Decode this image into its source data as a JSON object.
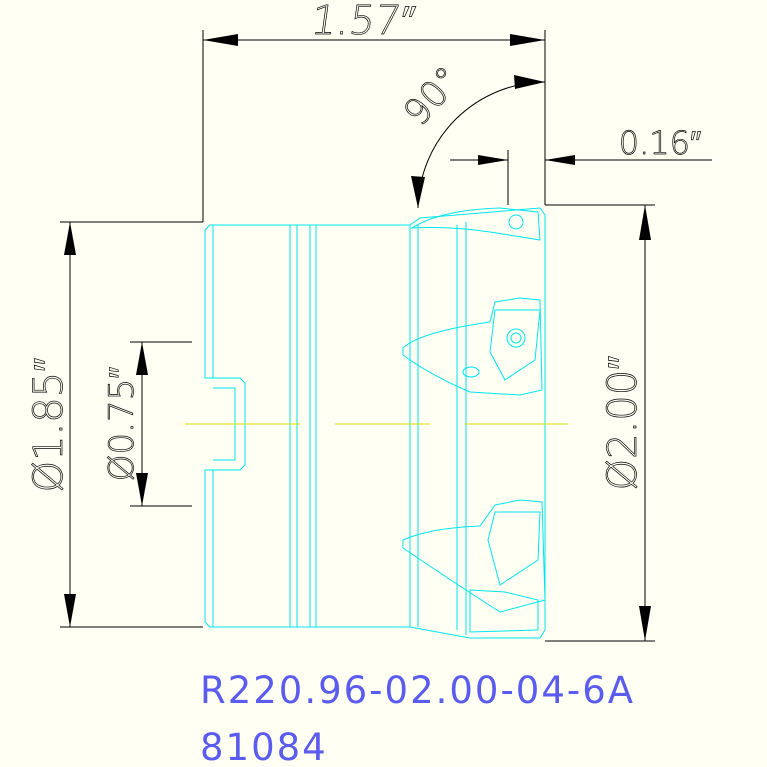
{
  "dimensions": {
    "length": "1.57″",
    "angle": "90°",
    "offset": "0.16″",
    "diameter_shank": "Ø1.85″",
    "diameter_bore": "Ø0.75″",
    "diameter_cut": "Ø2.00″"
  },
  "part_number": "R220.96-02.00-04-6A",
  "item_number": "81084",
  "colors": {
    "background": "#fffff3",
    "dimension_lines": "#000000",
    "part_outline": "#00e5f0",
    "centerline": "#dede00",
    "code_text": "#5a5cf0"
  }
}
